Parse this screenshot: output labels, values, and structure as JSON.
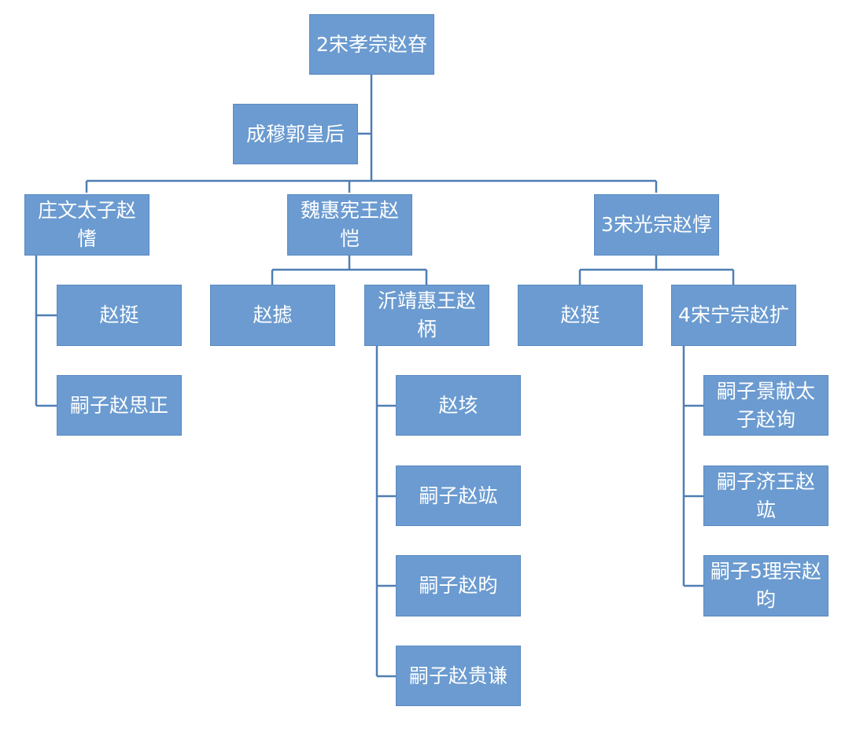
{
  "nodes": {
    "root": "2宋孝宗赵昚",
    "consort": "成穆郭皇后",
    "zhuangwen": "庄文太子赵愭",
    "weihui": "魏惠宪王赵恺",
    "guangzong": "3宋光宗赵惇",
    "zhuangwen_c1": "赵挺",
    "zhuangwen_c2": "嗣子赵思正",
    "weihui_c1": "赵摅",
    "weihui_c2": "沂靖惠王赵柄",
    "guangzong_c1": "赵挺",
    "guangzong_c2": "4宋宁宗赵扩",
    "yi_c1": "赵垓",
    "yi_c2": "嗣子赵竑",
    "yi_c3": "嗣子赵昀",
    "yi_c4": "嗣子赵贵谦",
    "ning_c1": "嗣子景献太子赵询",
    "ning_c2": "嗣子济王赵竑",
    "ning_c3": "嗣子5理宗赵昀"
  }
}
